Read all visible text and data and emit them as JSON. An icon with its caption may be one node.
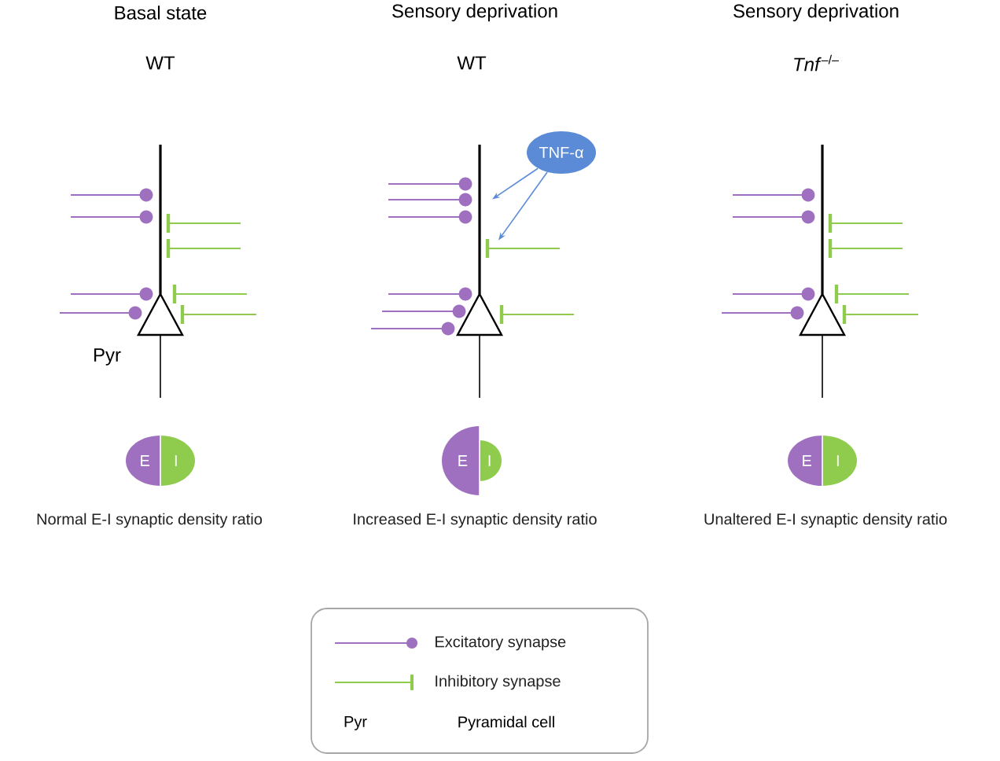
{
  "diagram": {
    "nodes": [
      {
        "text": [],
        "shape": "neuron"
      },
      {
        "text": [
          "TNF-α"
        ]
      },
      {
        "text": [],
        "shape": "neuron"
      },
      {
        "text": [],
        "shape": "neuron"
      },
      {
        "text": [
          "E",
          "I"
        ],
        "beside": [
          "Normal E-I synaptic density ratio"
        ]
      },
      {
        "text": [
          "E",
          "I"
        ],
        "beside": [
          "Increased E-I synaptic density ratio"
        ]
      },
      {
        "text": [
          "E",
          "I"
        ],
        "beside": [
          "Unaltered E-I synaptic density ratio"
        ]
      }
    ],
    "edges": [
      {
        "from": 1,
        "to": 2,
        "arrow": "to",
        "color": "#5b8bd6"
      },
      {
        "from": 1,
        "to": 2,
        "arrow": "to",
        "color": "#5b8bd6"
      }
    ],
    "labels": [
      "Basal state",
      "Sensory deprivation",
      "Sensory deprivation",
      "WT",
      "WT",
      "*Tnf*$^{–/–}$",
      "Pyr",
      "Pyr",
      "Pyramidal cell"
    ],
    "legend": [
      {
        "text": "Excitatory synapse"
      },
      {
        "text": "Inhibitory synapse"
      }
    ]
  }
}
